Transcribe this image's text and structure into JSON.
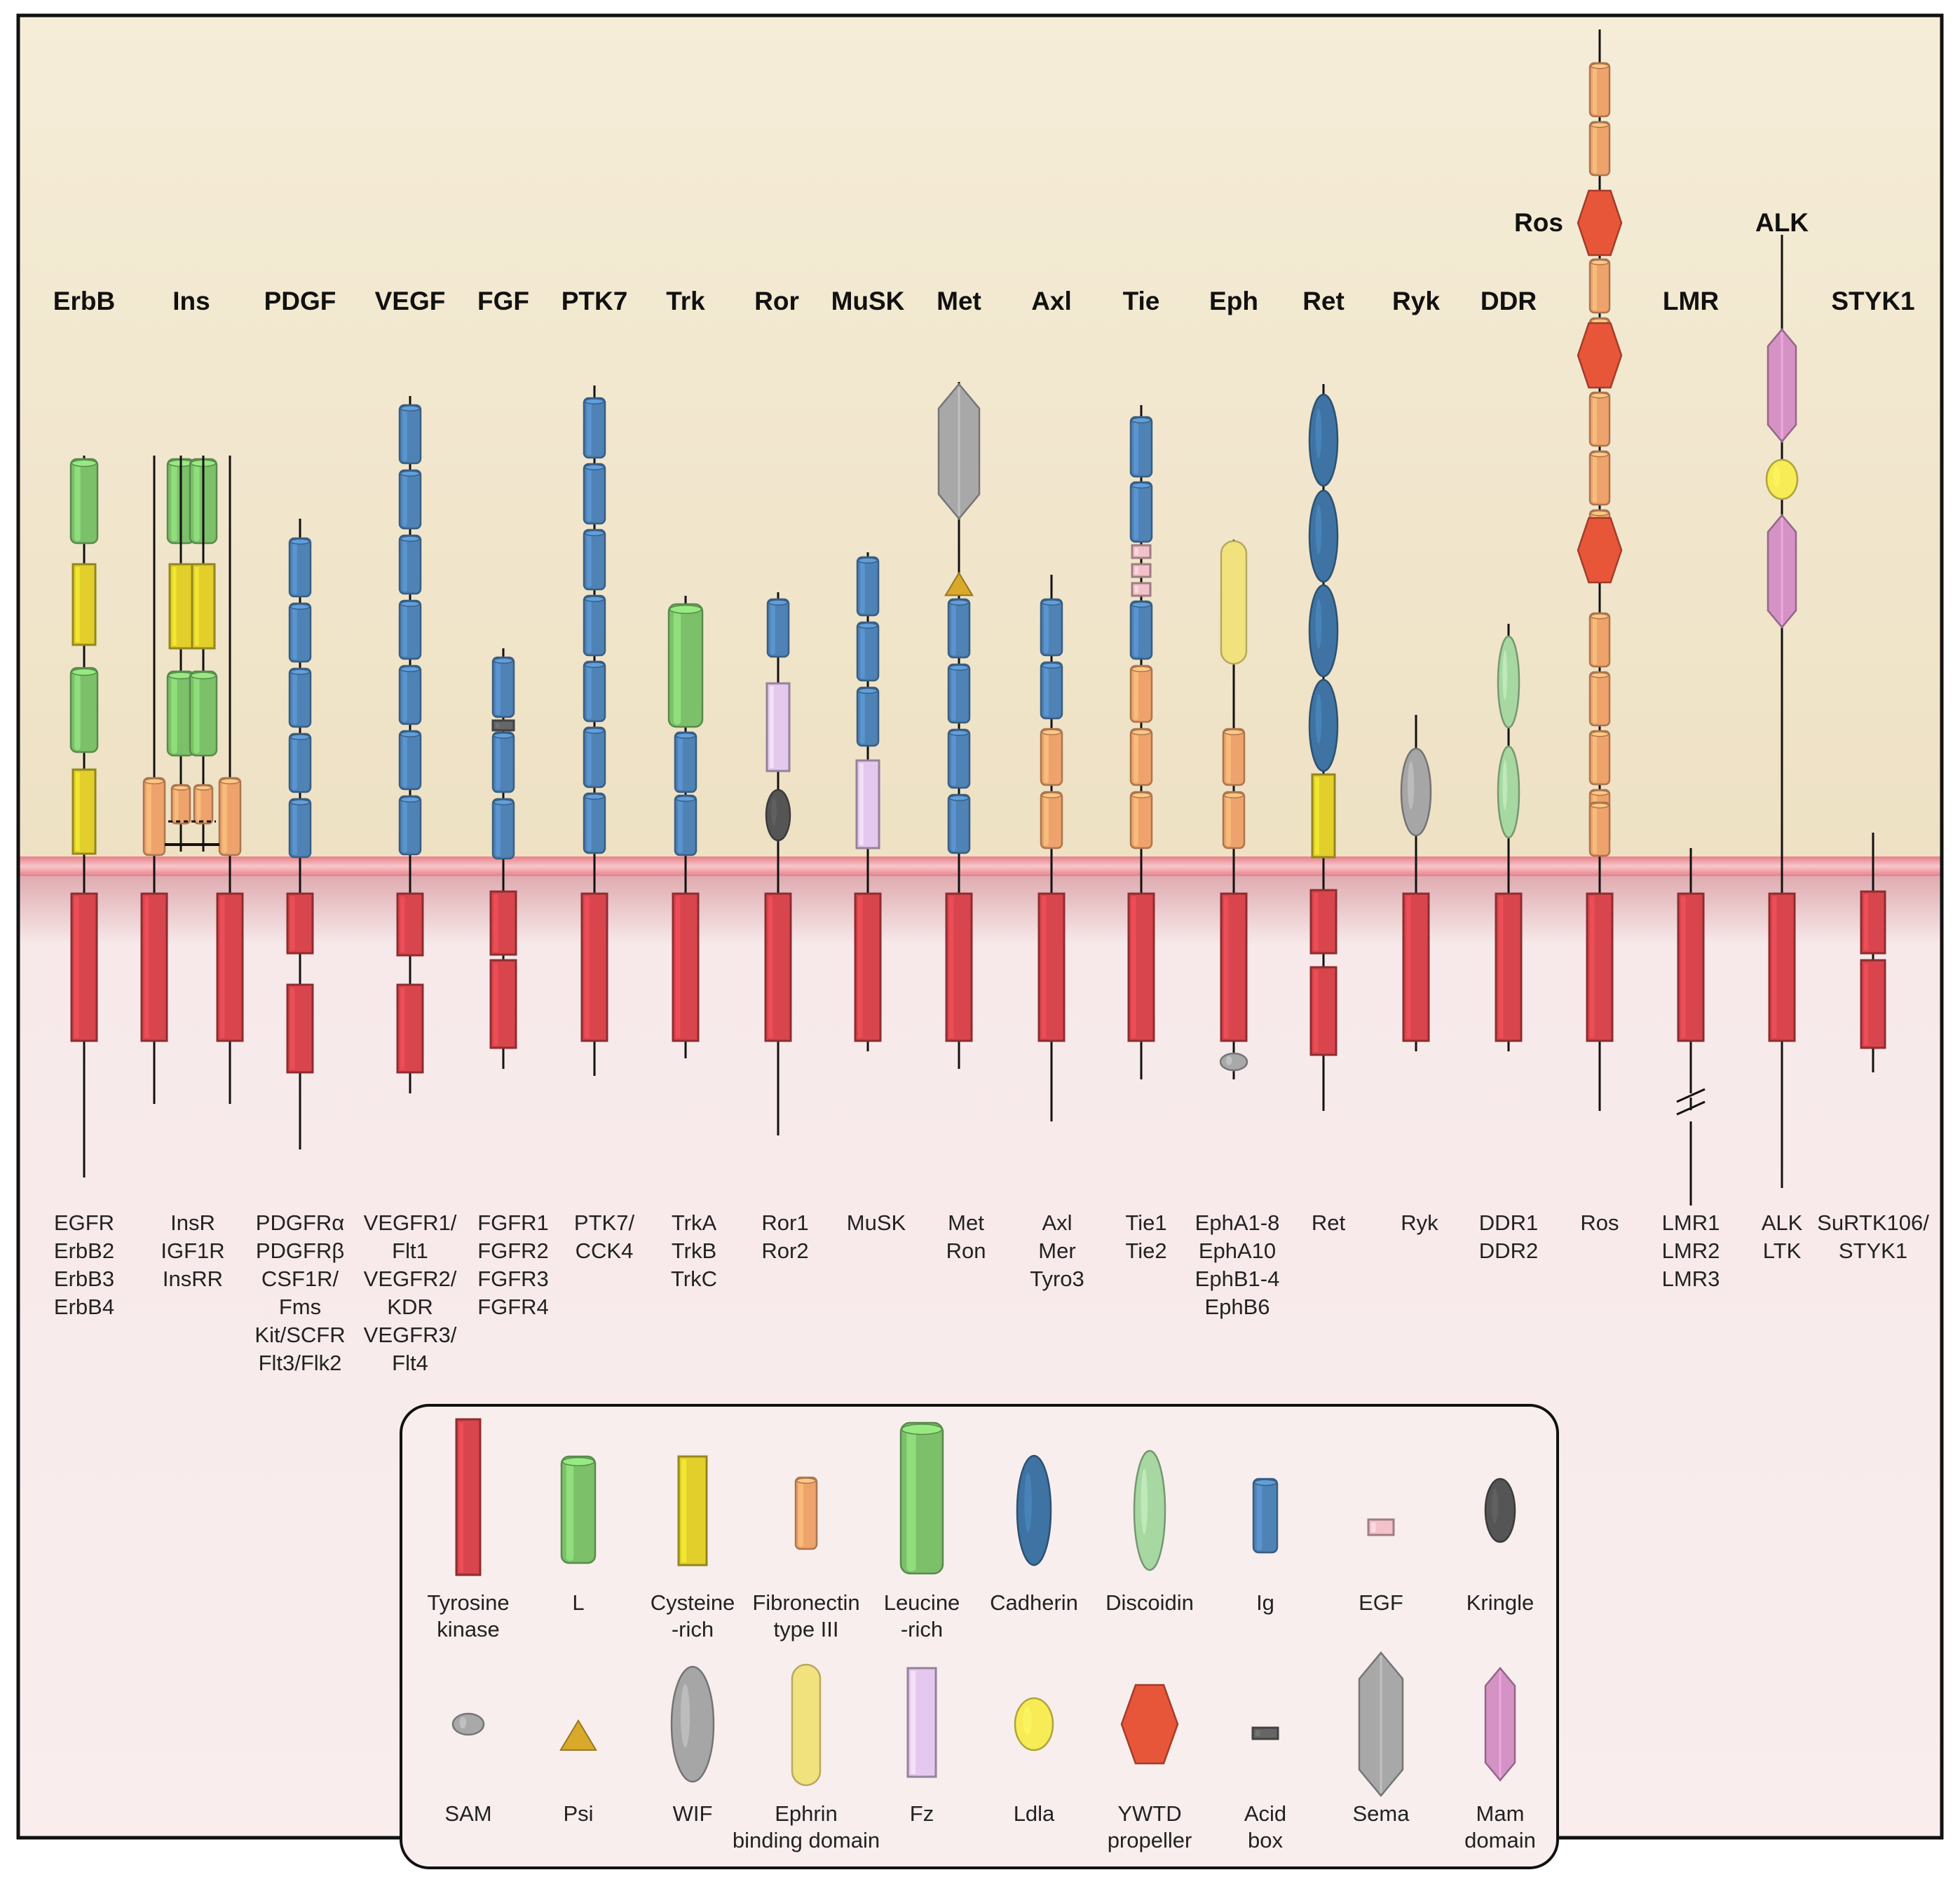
{
  "colors": {
    "tyrosine_kinase": "#d9454c",
    "L": "#7cc06a",
    "cysteine_rich": "#e2cf2b",
    "fibronectin": "#eea36c",
    "leucine_rich": "#7cc06a",
    "cadherin": "#3f73a3",
    "discoidin": "#a8d8a2",
    "ig": "#4f82b5",
    "egf": "#f3c1c9",
    "kringle": "#555555",
    "sam": "#a9a9a9",
    "psi": "#d9a92c",
    "wif": "#a6a6a6",
    "ephrin": "#f1e27e",
    "fz": "#e4c8ee",
    "ldla": "#f7ec55",
    "ywtd": "#e8563a",
    "acid_box": "#666666",
    "sema": "#a8a8a8",
    "mam": "#d592c4",
    "extracellular_bg": "#f3ead4",
    "intracellular_bg": "#f8eded",
    "membrane": "#f0a8ac"
  },
  "families": [
    {
      "name": "ErbB",
      "members": [
        "EGFR",
        "ErbB2",
        "ErbB3",
        "ErbB4"
      ]
    },
    {
      "name": "Ins",
      "members": [
        "InsR",
        "IGF1R",
        "InsRR"
      ]
    },
    {
      "name": "PDGF",
      "members": [
        "PDGFRα",
        "PDGFRβ",
        "CSF1R/",
        "Fms",
        "Kit/SCFR",
        "Flt3/Flk2"
      ]
    },
    {
      "name": "VEGF",
      "members": [
        "VEGFR1/",
        "Flt1",
        "VEGFR2/",
        "KDR",
        "VEGFR3/",
        "Flt4"
      ]
    },
    {
      "name": "FGF",
      "members": [
        "FGFR1",
        "FGFR2",
        "FGFR3",
        "FGFR4"
      ]
    },
    {
      "name": "PTK7",
      "members": [
        "PTK7/",
        "CCK4"
      ]
    },
    {
      "name": "Trk",
      "members": [
        "TrkA",
        "TrkB",
        "TrkC"
      ]
    },
    {
      "name": "Ror",
      "members": [
        "Ror1",
        "Ror2"
      ]
    },
    {
      "name": "MuSK",
      "members": [
        "MuSK"
      ]
    },
    {
      "name": "Met",
      "members": [
        "Met",
        "Ron"
      ]
    },
    {
      "name": "Axl",
      "members": [
        "Axl",
        "Mer",
        "Tyro3"
      ]
    },
    {
      "name": "Tie",
      "members": [
        "Tie1",
        "Tie2"
      ]
    },
    {
      "name": "Eph",
      "members": [
        "EphA1-8",
        "EphA10",
        "EphB1-4",
        "EphB6"
      ]
    },
    {
      "name": "Ret",
      "members": [
        "Ret"
      ]
    },
    {
      "name": "Ryk",
      "members": [
        "Ryk"
      ]
    },
    {
      "name": "DDR",
      "members": [
        "DDR1",
        "DDR2"
      ]
    },
    {
      "name": "Ros",
      "members": [
        "Ros"
      ]
    },
    {
      "name": "LMR",
      "members": [
        "LMR1",
        "LMR2",
        "LMR3"
      ]
    },
    {
      "name": "ALK",
      "members": [
        "ALK",
        "LTK"
      ]
    },
    {
      "name": "STYK1",
      "members": [
        "SuRTK106/",
        "STYK1"
      ]
    }
  ],
  "legend": [
    {
      "id": "tyrosine-kinase",
      "lines": [
        "Tyrosine",
        "kinase"
      ]
    },
    {
      "id": "l-domain",
      "lines": [
        "L"
      ]
    },
    {
      "id": "cysteine-rich",
      "lines": [
        "Cysteine",
        "-rich"
      ]
    },
    {
      "id": "fibronectin",
      "lines": [
        "Fibronectin",
        "type III"
      ]
    },
    {
      "id": "leucine-rich",
      "lines": [
        "Leucine",
        "-rich"
      ]
    },
    {
      "id": "cadherin",
      "lines": [
        "Cadherin"
      ]
    },
    {
      "id": "discoidin",
      "lines": [
        "Discoidin"
      ]
    },
    {
      "id": "ig",
      "lines": [
        "Ig"
      ]
    },
    {
      "id": "egf",
      "lines": [
        "EGF"
      ]
    },
    {
      "id": "kringle",
      "lines": [
        "Kringle"
      ]
    },
    {
      "id": "sam",
      "lines": [
        "SAM"
      ]
    },
    {
      "id": "psi",
      "lines": [
        "Psi"
      ]
    },
    {
      "id": "wif",
      "lines": [
        "WIF"
      ]
    },
    {
      "id": "ephrin",
      "lines": [
        "Ephrin",
        "binding domain"
      ]
    },
    {
      "id": "fz",
      "lines": [
        "Fz"
      ]
    },
    {
      "id": "ldla",
      "lines": [
        "Ldla"
      ]
    },
    {
      "id": "ywtd",
      "lines": [
        "YWTD",
        "propeller"
      ]
    },
    {
      "id": "acid-box",
      "lines": [
        "Acid",
        "box"
      ]
    },
    {
      "id": "sema",
      "lines": [
        "Sema"
      ]
    },
    {
      "id": "mam",
      "lines": [
        "Mam",
        "domain"
      ]
    }
  ]
}
